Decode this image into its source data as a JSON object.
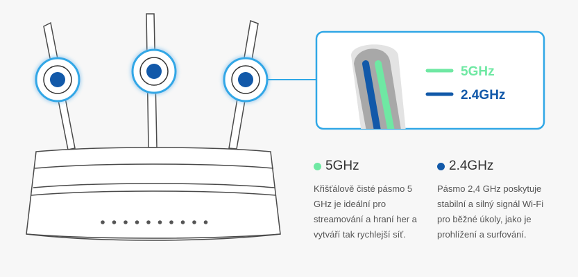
{
  "colors": {
    "ghz5": "#6fe8a3",
    "ghz24": "#1259a9",
    "accent": "#30a7e6",
    "outline": "#4a4a4a"
  },
  "callout": {
    "label_5": "5GHz",
    "label_24": "2.4GHz"
  },
  "legend": [
    {
      "title": "5GHz",
      "description": "Křišťálově čisté pásmo 5 GHz je ideální pro streamování a hraní her a vytváří tak rychlejší síť."
    },
    {
      "title": "2.4GHz",
      "description": "Pásmo 2,4 GHz poskytuje stabilní a silný signál Wi-Fi pro běžné úkoly, jako je prohlížení a surfování."
    }
  ],
  "router": {
    "led_count": 10,
    "antenna_count": 3
  }
}
